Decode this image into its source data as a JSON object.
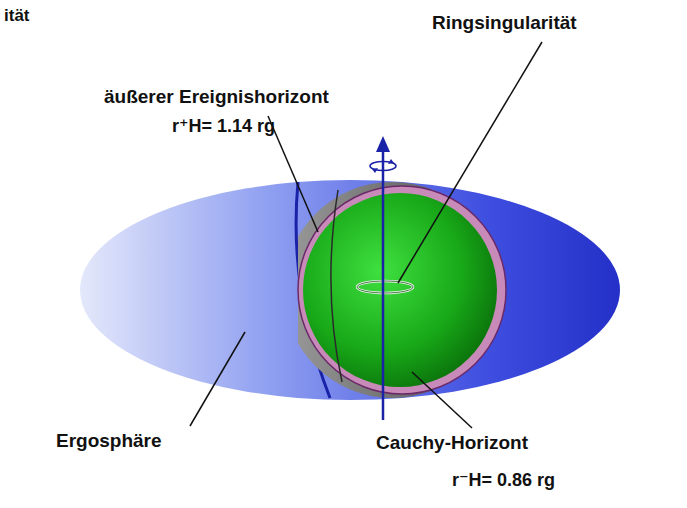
{
  "diagram": {
    "labels": [
      "ität",
      "Ringsingularität",
      "äußerer Ereignishorizont",
      "r⁺H= 1.14 rg",
      "Ergosphäre",
      "Cauchy-Horizont",
      "r⁻H= 0.86 rg"
    ]
  }
}
